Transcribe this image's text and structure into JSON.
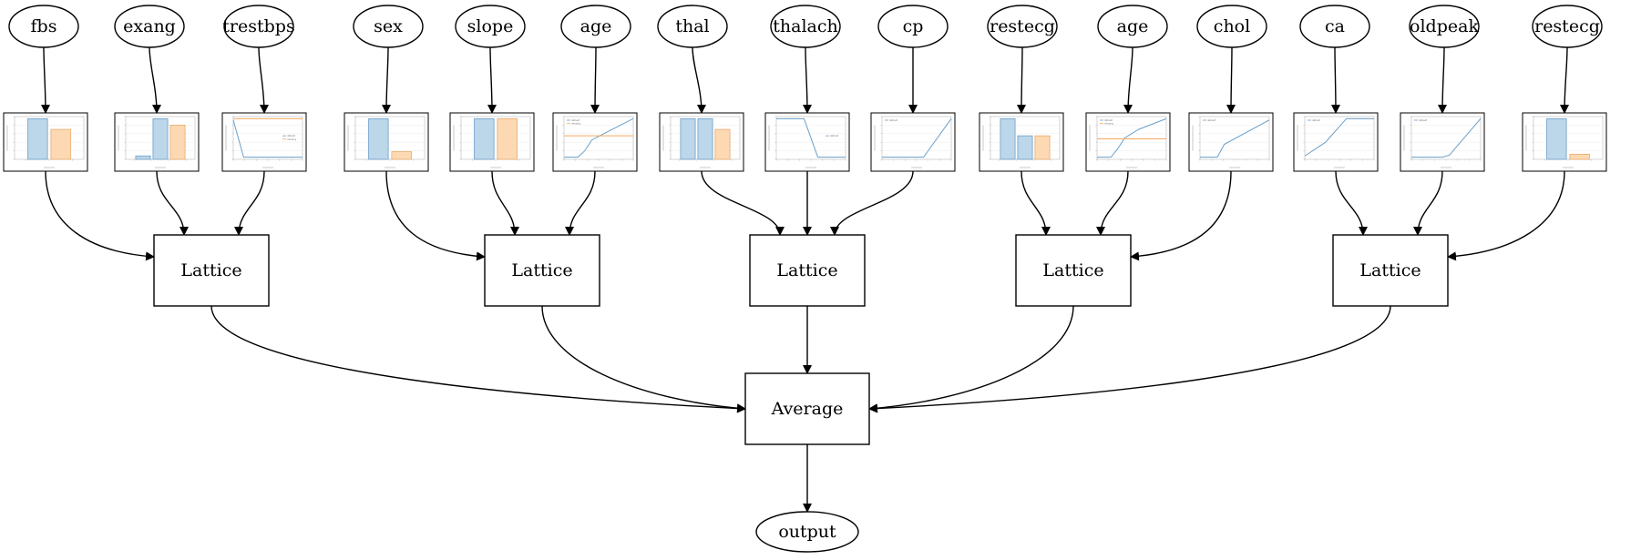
{
  "diagram": {
    "inputs": [
      {
        "id": "in0",
        "label": "fbs"
      },
      {
        "id": "in1",
        "label": "exang"
      },
      {
        "id": "in2",
        "label": "trestbps"
      },
      {
        "id": "in3",
        "label": "sex"
      },
      {
        "id": "in4",
        "label": "slope"
      },
      {
        "id": "in5",
        "label": "age"
      },
      {
        "id": "in6",
        "label": "thal"
      },
      {
        "id": "in7",
        "label": "thalach"
      },
      {
        "id": "in8",
        "label": "cp"
      },
      {
        "id": "in9",
        "label": "restecg"
      },
      {
        "id": "in10",
        "label": "age"
      },
      {
        "id": "in11",
        "label": "chol"
      },
      {
        "id": "in12",
        "label": "ca"
      },
      {
        "id": "in13",
        "label": "oldpeak"
      },
      {
        "id": "in14",
        "label": "restecg"
      }
    ],
    "calibrators": [
      {
        "feature": "fbs",
        "kind": "categorical",
        "bars": [
          {
            "v": 0.95,
            "c": "blue"
          },
          {
            "v": 0.7,
            "c": "orange"
          }
        ]
      },
      {
        "feature": "exang",
        "kind": "categorical",
        "bars": [
          {
            "v": 0.08,
            "c": "blue"
          },
          {
            "v": 0.95,
            "c": "blue"
          },
          {
            "v": 0.8,
            "c": "orange"
          }
        ]
      },
      {
        "feature": "trestbps",
        "kind": "line",
        "legend": [
          "default",
          "missing"
        ],
        "lines": [
          {
            "c": "blue",
            "pts": [
              [
                0,
                0.92
              ],
              [
                0.15,
                0.05
              ],
              [
                1,
                0.05
              ]
            ]
          },
          {
            "c": "orange",
            "pts": [
              [
                0,
                0.95
              ],
              [
                1,
                0.95
              ]
            ]
          }
        ]
      },
      {
        "feature": "sex",
        "kind": "categorical",
        "bars": [
          {
            "v": 0.95,
            "c": "blue"
          },
          {
            "v": 0.18,
            "c": "orange"
          }
        ]
      },
      {
        "feature": "slope",
        "kind": "categorical",
        "bars": [
          {
            "v": 0.95,
            "c": "blue"
          },
          {
            "v": 0.95,
            "c": "orange"
          }
        ]
      },
      {
        "feature": "age",
        "kind": "line",
        "legend": [
          "default",
          "missing"
        ],
        "lines": [
          {
            "c": "blue",
            "pts": [
              [
                0,
                0.05
              ],
              [
                0.2,
                0.05
              ],
              [
                0.3,
                0.2
              ],
              [
                0.4,
                0.45
              ],
              [
                0.6,
                0.62
              ],
              [
                1,
                0.95
              ]
            ]
          },
          {
            "c": "orange",
            "pts": [
              [
                0,
                0.55
              ],
              [
                1,
                0.55
              ]
            ]
          }
        ]
      },
      {
        "feature": "thal",
        "kind": "categorical",
        "bars": [
          {
            "v": 0.95,
            "c": "blue"
          },
          {
            "v": 0.95,
            "c": "blue"
          },
          {
            "v": 0.7,
            "c": "orange"
          }
        ]
      },
      {
        "feature": "thalach",
        "kind": "line",
        "legend": [
          "default"
        ],
        "lines": [
          {
            "c": "blue",
            "pts": [
              [
                0,
                0.95
              ],
              [
                0.4,
                0.95
              ],
              [
                0.6,
                0.05
              ],
              [
                1,
                0.05
              ]
            ]
          }
        ]
      },
      {
        "feature": "cp",
        "kind": "line",
        "legend": [
          "default"
        ],
        "lines": [
          {
            "c": "blue",
            "pts": [
              [
                0,
                0.05
              ],
              [
                0.6,
                0.05
              ],
              [
                1,
                0.95
              ]
            ]
          }
        ]
      },
      {
        "feature": "restecg",
        "kind": "categorical",
        "bars": [
          {
            "v": 0.95,
            "c": "blue"
          },
          {
            "v": 0.55,
            "c": "blue"
          },
          {
            "v": 0.55,
            "c": "orange"
          }
        ]
      },
      {
        "feature": "age",
        "kind": "line",
        "legend": [
          "default",
          "missing"
        ],
        "lines": [
          {
            "c": "blue",
            "pts": [
              [
                0,
                0.05
              ],
              [
                0.2,
                0.05
              ],
              [
                0.3,
                0.25
              ],
              [
                0.4,
                0.5
              ],
              [
                0.6,
                0.7
              ],
              [
                1,
                0.95
              ]
            ]
          },
          {
            "c": "orange",
            "pts": [
              [
                0,
                0.48
              ],
              [
                1,
                0.48
              ]
            ]
          }
        ]
      },
      {
        "feature": "chol",
        "kind": "line",
        "legend": [
          "default"
        ],
        "lines": [
          {
            "c": "blue",
            "pts": [
              [
                0,
                0.05
              ],
              [
                0.25,
                0.05
              ],
              [
                0.35,
                0.35
              ],
              [
                1,
                0.92
              ]
            ]
          }
        ]
      },
      {
        "feature": "ca",
        "kind": "line",
        "legend": [
          "default"
        ],
        "lines": [
          {
            "c": "blue",
            "pts": [
              [
                0,
                0.08
              ],
              [
                0.3,
                0.4
              ],
              [
                0.6,
                0.95
              ],
              [
                1,
                0.95
              ]
            ]
          }
        ]
      },
      {
        "feature": "oldpeak",
        "kind": "line",
        "legend": [
          "default"
        ],
        "lines": [
          {
            "c": "blue",
            "pts": [
              [
                0,
                0.05
              ],
              [
                0.45,
                0.05
              ],
              [
                0.55,
                0.1
              ],
              [
                1,
                0.95
              ]
            ]
          }
        ]
      },
      {
        "feature": "restecg",
        "kind": "categorical",
        "bars": [
          {
            "v": 0.95,
            "c": "blue"
          },
          {
            "v": 0.12,
            "c": "orange"
          }
        ]
      }
    ],
    "lattices": [
      {
        "id": "lat0",
        "label": "Lattice",
        "inputs": [
          0,
          1,
          2
        ]
      },
      {
        "id": "lat1",
        "label": "Lattice",
        "inputs": [
          3,
          4,
          5
        ]
      },
      {
        "id": "lat2",
        "label": "Lattice",
        "inputs": [
          6,
          7,
          8
        ]
      },
      {
        "id": "lat3",
        "label": "Lattice",
        "inputs": [
          9,
          10,
          11
        ]
      },
      {
        "id": "lat4",
        "label": "Lattice",
        "inputs": [
          12,
          13,
          14
        ]
      }
    ],
    "average": {
      "label": "Average"
    },
    "output": {
      "label": "output"
    }
  },
  "colors": {
    "stroke": "#000000",
    "bar_blue_fill": "#bcd6ea",
    "bar_blue_stroke": "#6a9fc9",
    "bar_orange_fill": "#fdd9b3",
    "bar_orange_stroke": "#e8a968",
    "line_blue": "#6a9fc9",
    "line_orange": "#f3a860"
  }
}
